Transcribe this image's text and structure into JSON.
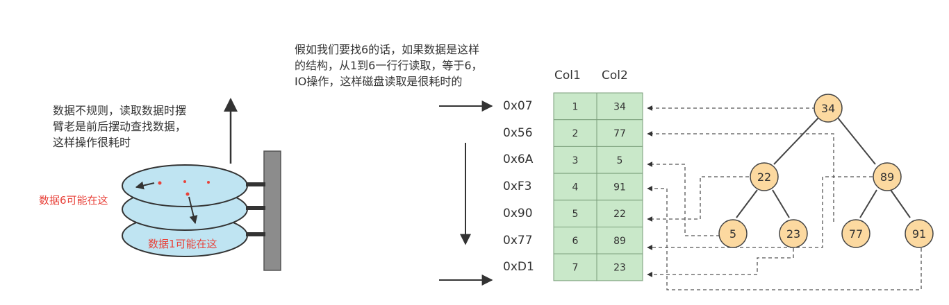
{
  "left": {
    "caption_lines": [
      "数据不规则，读取数据时摆",
      "臂老是前后摆动查找数据，",
      "这样操作很耗时"
    ],
    "note_data6": "数据6可能在这",
    "note_data1": "数据1可能在这"
  },
  "middle": {
    "caption_lines": [
      "假如我们要找6的话，如果数据是这样",
      "的结构，从1到6一行行读取，等于6，",
      "IO操作，这样磁盘读取是很耗时的"
    ]
  },
  "table": {
    "headers": [
      "Col1",
      "Col2"
    ],
    "addresses": [
      "0x07",
      "0x56",
      "0x6A",
      "0xF3",
      "0x90",
      "0x77",
      "0xD1"
    ],
    "col1": [
      "1",
      "2",
      "3",
      "4",
      "5",
      "6",
      "7"
    ],
    "col2": [
      "34",
      "77",
      "5",
      "91",
      "22",
      "89",
      "23"
    ]
  },
  "tree": {
    "nodes": [
      "34",
      "22",
      "89",
      "5",
      "23",
      "77",
      "91"
    ]
  },
  "colors": {
    "cell_fill": "#c9e8c9",
    "cell_stroke": "#7a9e7a",
    "node_fill": "#fcd9a0",
    "node_stroke": "#444444",
    "disk_fill": "#bfe4f2",
    "arm_fill": "#8c8c8c",
    "accent_red": "#e8423a"
  }
}
